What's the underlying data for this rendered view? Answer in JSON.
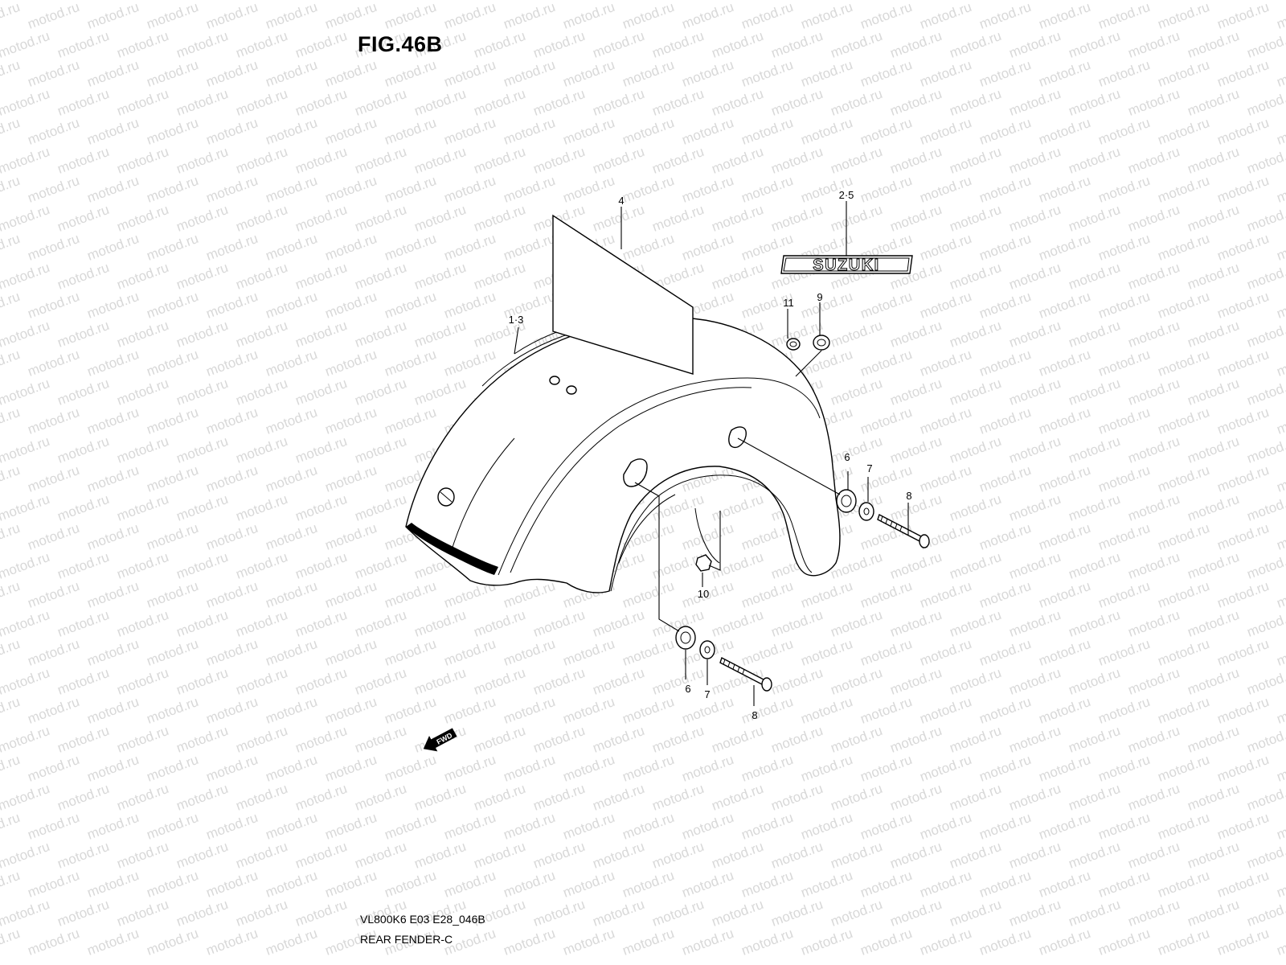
{
  "figure": {
    "title": "FIG.46B",
    "code": "VL800K6 E03 E28_046B",
    "name": "REAR FENDER-C"
  },
  "watermark": {
    "text": "motod.ru",
    "color": "#d8d8d8"
  },
  "emblem": {
    "text": "SUZUKI"
  },
  "fwd_arrow": {
    "text": "FWD"
  },
  "callouts": [
    {
      "id": "c1",
      "label": "1·3"
    },
    {
      "id": "c2",
      "label": "4"
    },
    {
      "id": "c3",
      "label": "2·5"
    },
    {
      "id": "c4",
      "label": "11"
    },
    {
      "id": "c5",
      "label": "9"
    },
    {
      "id": "c6",
      "label": "6"
    },
    {
      "id": "c7",
      "label": "7"
    },
    {
      "id": "c8",
      "label": "8"
    },
    {
      "id": "c9",
      "label": "10"
    },
    {
      "id": "c10",
      "label": "6"
    },
    {
      "id": "c11",
      "label": "7"
    },
    {
      "id": "c12",
      "label": "8"
    }
  ]
}
